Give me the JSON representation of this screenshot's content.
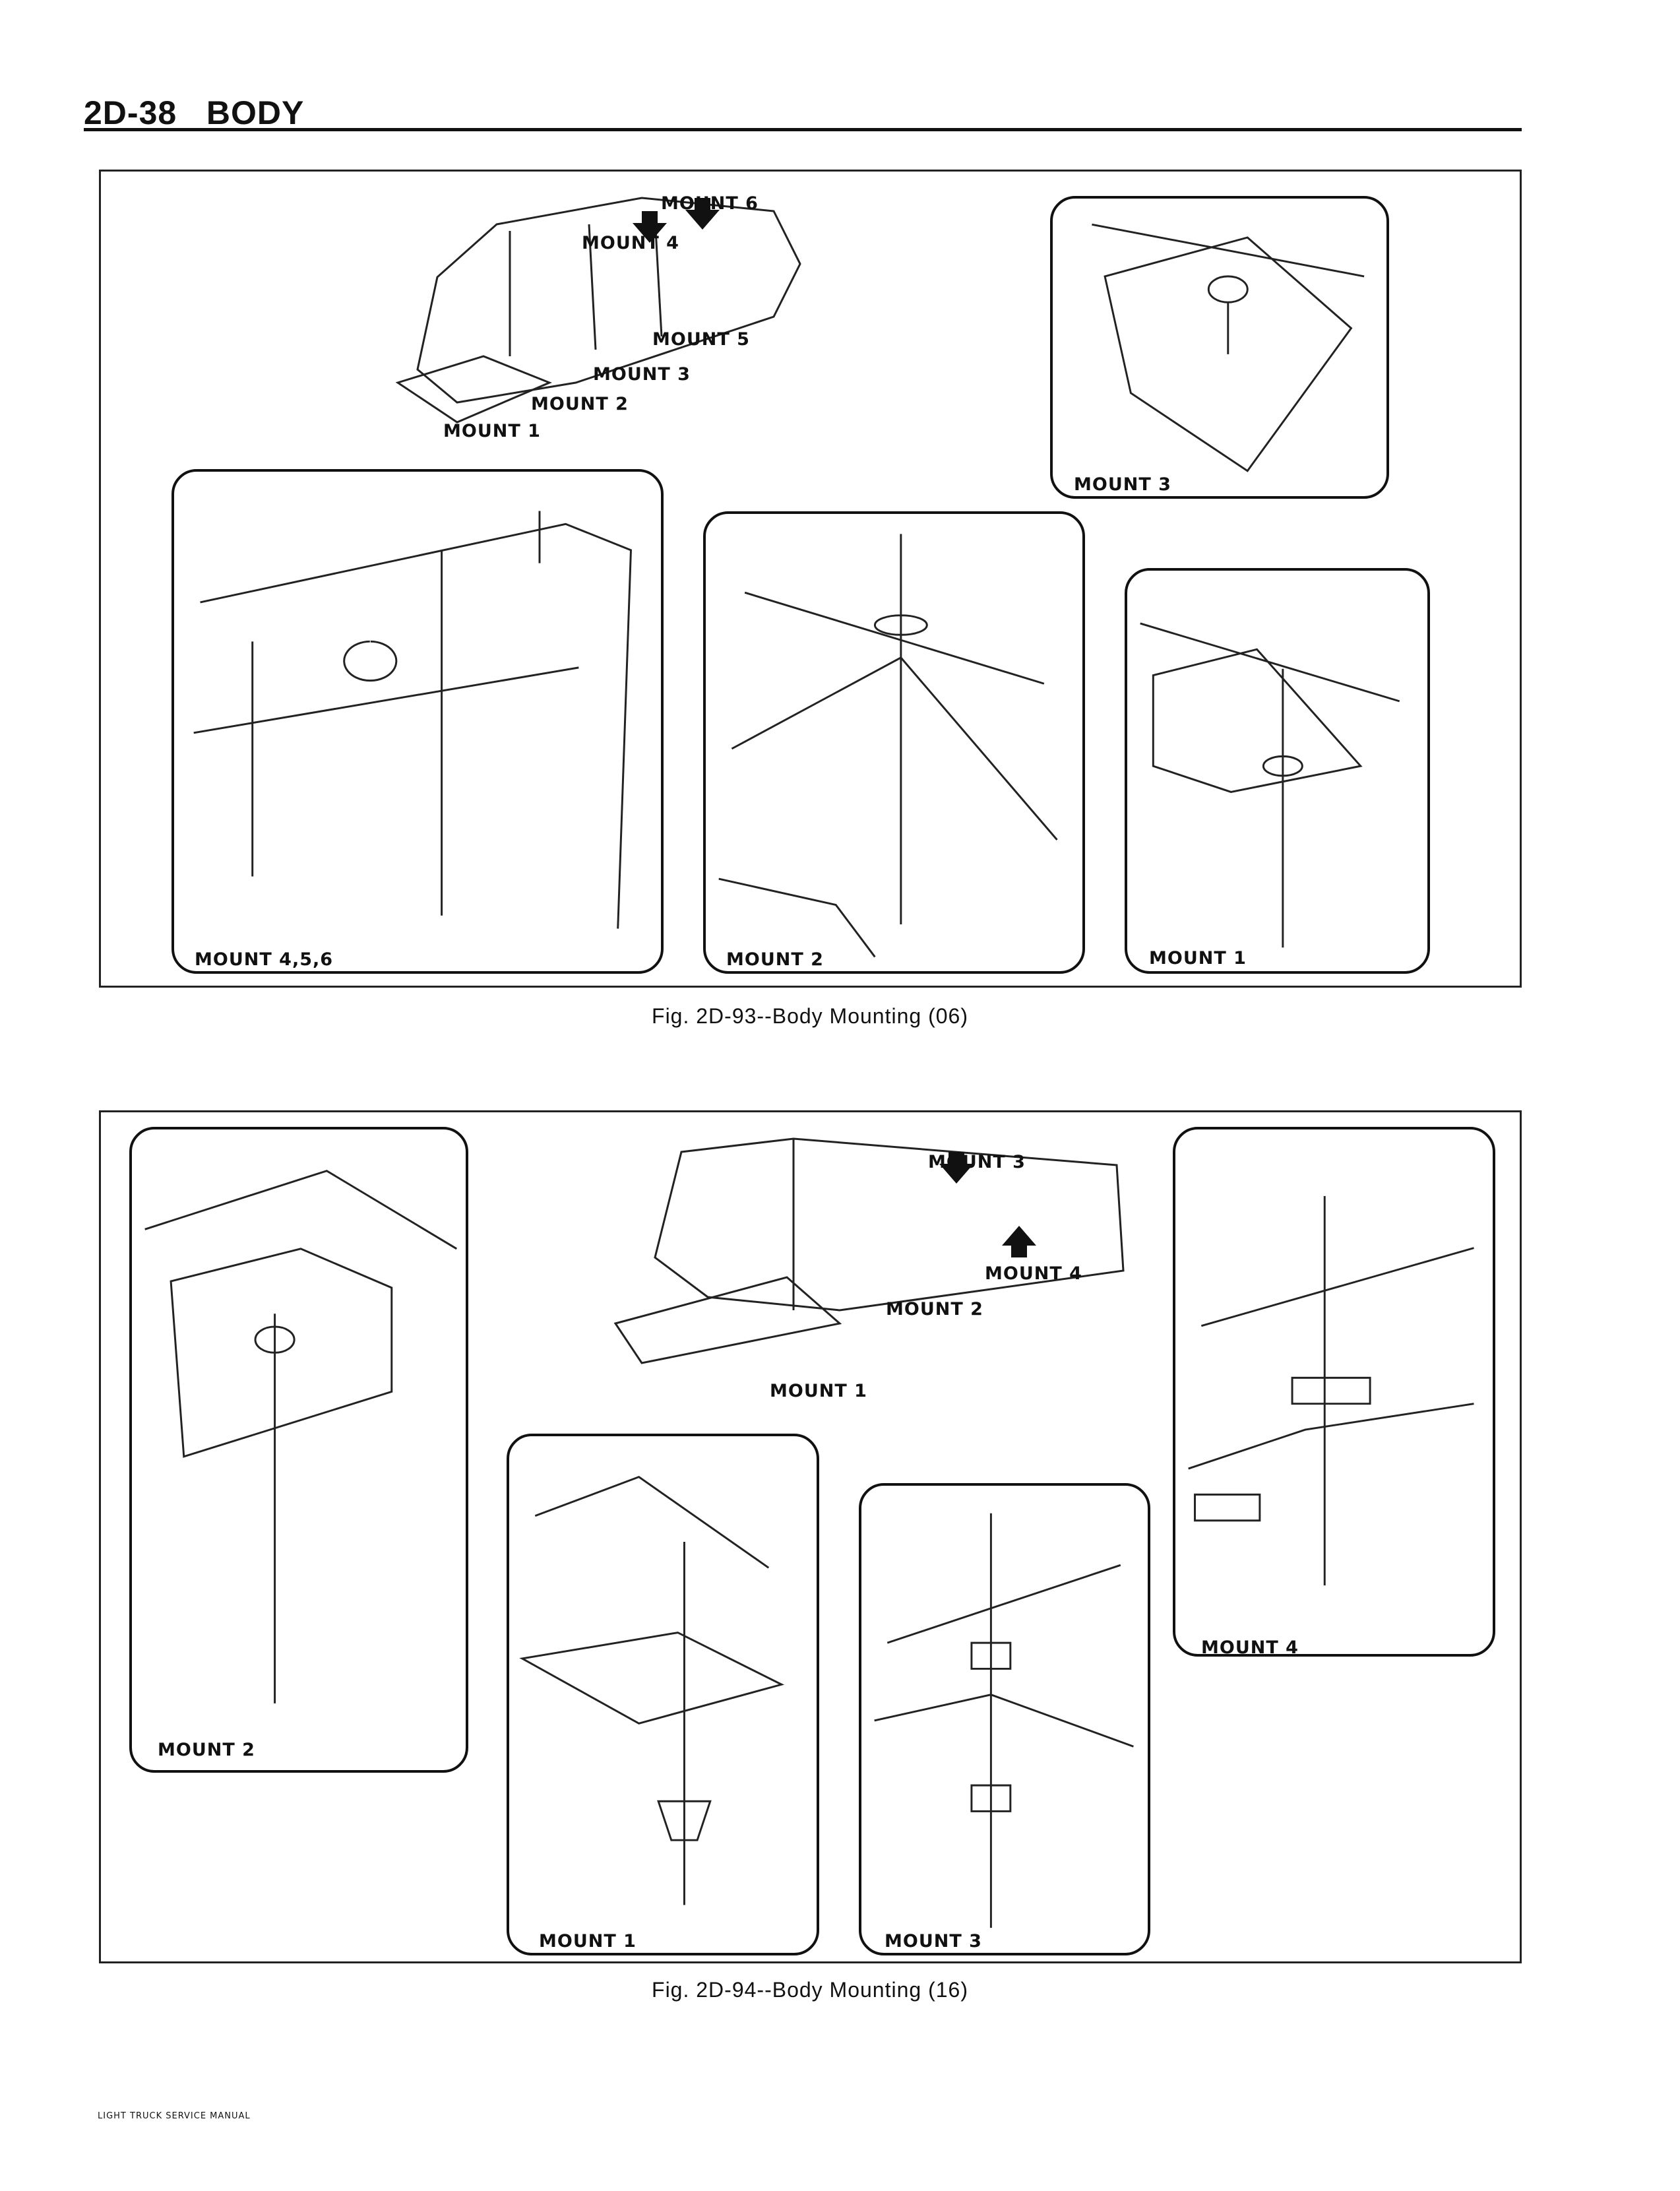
{
  "header": {
    "page_number": "2D-38",
    "section": "BODY"
  },
  "figure_93": {
    "caption": "Fig. 2D-93--Body Mounting (06)",
    "overview_labels": [
      "MOUNT 6",
      "MOUNT 4",
      "MOUNT 5",
      "MOUNT 3",
      "MOUNT 2",
      "MOUNT 1"
    ],
    "panels": {
      "mount_3": "MOUNT 3",
      "mount_456": "MOUNT 4,5,6",
      "mount_2": "MOUNT 2",
      "mount_1": "MOUNT 1"
    }
  },
  "figure_94": {
    "caption": "Fig. 2D-94--Body Mounting (16)",
    "overview_labels": [
      "MOUNT 3",
      "MOUNT 4",
      "MOUNT 2",
      "MOUNT 1"
    ],
    "panels": {
      "mount_2": "MOUNT 2",
      "mount_4": "MOUNT 4",
      "mount_1": "MOUNT 1",
      "mount_3": "MOUNT 3"
    }
  },
  "footer": "LIGHT TRUCK SERVICE MANUAL"
}
